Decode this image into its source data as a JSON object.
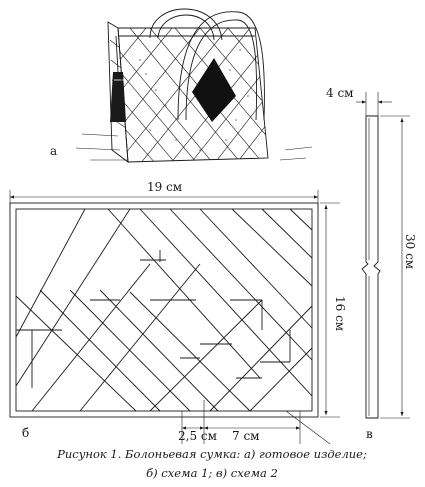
{
  "panel_labels": {
    "a": "а",
    "b": "б",
    "v": "в"
  },
  "dimensions": {
    "scheme1_width": "19 см",
    "scheme1_height": "16 см",
    "strip_small": "2,5 см",
    "strip_large": "7 см",
    "scheme2_width": "4 см",
    "scheme2_height": "30 см"
  },
  "caption": {
    "line1": "Рисунок 1. Болоньевая сумка: а) готовое изделие;",
    "line2": "б) схема 1; в) схема 2"
  }
}
